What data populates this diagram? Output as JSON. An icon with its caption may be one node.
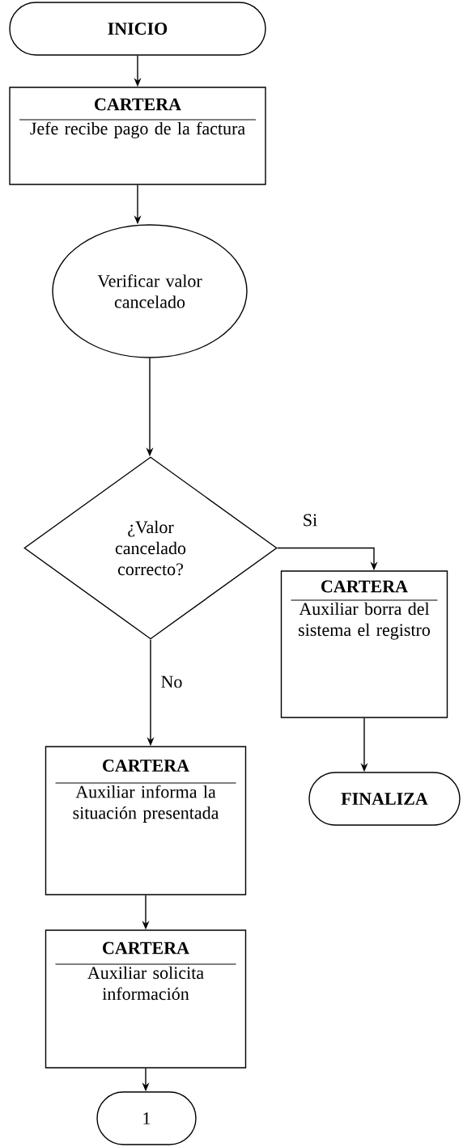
{
  "diagram": {
    "nodes": [
      {
        "text": [
          "INICIO"
        ]
      },
      {
        "text": [
          "CARTERA",
          "Jefe recibe pago de la factura"
        ]
      },
      {
        "text": [
          "Verificar valor cancelado"
        ]
      },
      {
        "text": [
          "¿Valor cancelado correcto?"
        ]
      },
      {
        "text": [
          "CARTERA",
          "Auxiliar borra del sistema el registro"
        ]
      },
      {
        "text": [
          "FINALIZA"
        ]
      },
      {
        "text": [
          "CARTERA",
          "Auxiliar informa la situación presentada"
        ]
      },
      {
        "text": [
          "CARTERA",
          "Auxiliar solicita información"
        ]
      },
      {
        "text": [
          "1"
        ]
      }
    ],
    "edges": [
      {
        "from": 0,
        "to": 1,
        "arrow": "to"
      },
      {
        "from": 1,
        "to": 2,
        "arrow": "to"
      },
      {
        "from": 2,
        "to": 3,
        "arrow": "to"
      },
      {
        "from": 3,
        "to": 4,
        "arrow": "to",
        "label": "Si"
      },
      {
        "from": 3,
        "to": 6,
        "arrow": "to",
        "label": "No"
      },
      {
        "from": 4,
        "to": 5,
        "arrow": "to"
      },
      {
        "from": 6,
        "to": 7,
        "arrow": "to"
      },
      {
        "from": 7,
        "to": 8,
        "arrow": "to"
      }
    ]
  }
}
